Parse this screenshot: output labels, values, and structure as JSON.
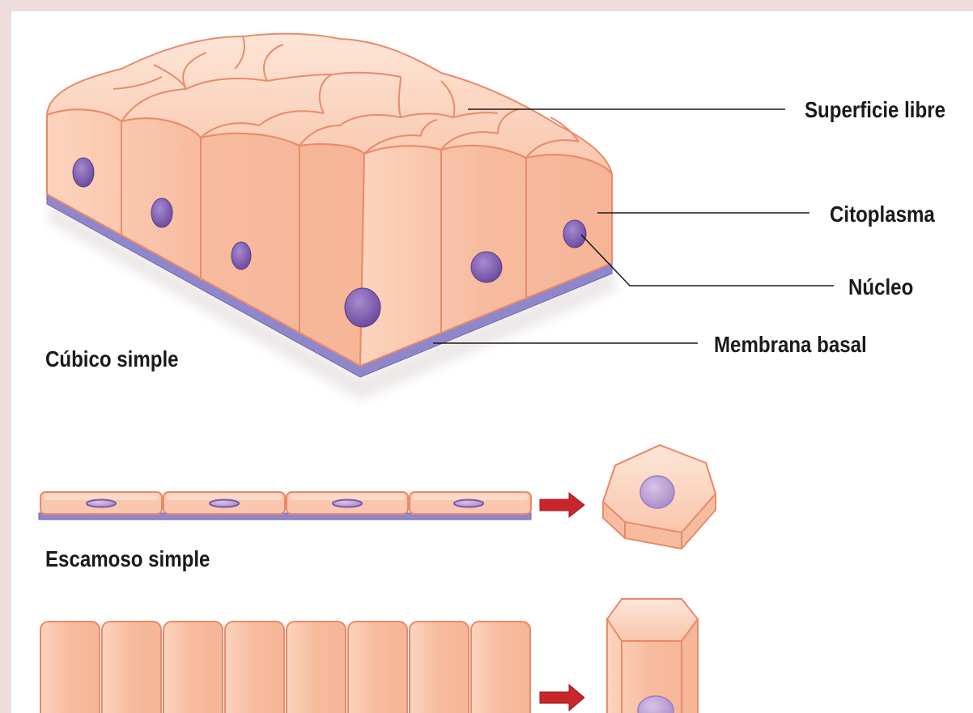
{
  "labels": {
    "superficie_libre": "Superficie libre",
    "citoplasma": "Citoplasma",
    "nucleo": "Núcleo",
    "membrana_basal": "Membrana basal",
    "cubico_simple": "Cúbico simple",
    "escamoso_simple": "Escamoso simple"
  },
  "colors": {
    "cell_fill": "#f8c1a5",
    "cell_top": "#fdd8c4",
    "cell_outline": "#e98a6c",
    "nucleus": "#7c56a8",
    "basal_membrane": "#8f87c9",
    "arrow": "#c8262c",
    "leader_line": "#1a1a1a"
  },
  "icons": {
    "arrow_1": "arrow-right-icon",
    "arrow_2": "arrow-right-icon"
  }
}
